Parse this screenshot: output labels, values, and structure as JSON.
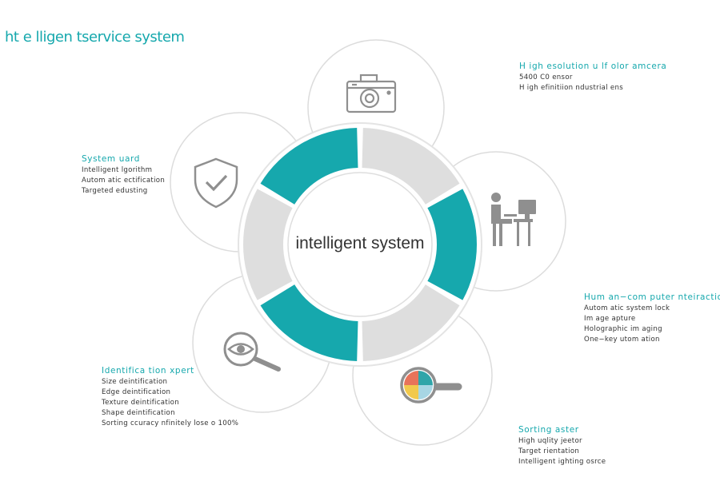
{
  "title": "ht e lligen tservice system",
  "center": {
    "label": "intelligent system",
    "watermark": ""
  },
  "colors": {
    "accent": "#16a8ad",
    "segment_gray": "#dedede",
    "circle_stroke": "#dcdcdc",
    "icon_gray": "#8f8f8f"
  },
  "features": [
    {
      "id": "camera",
      "icon": "camera-icon",
      "title": "H igh   esolution  u lf  olor  amcera",
      "lines": [
        "5400  C0  ensor",
        "H igh   efinitiion  ndustrial ens"
      ]
    },
    {
      "id": "hci",
      "icon": "computer-operator-icon",
      "title": "Hum an−com puter  nteiraction",
      "lines": [
        "Autom atic  system  lock",
        "Im age  apture",
        "Holographic  im aging",
        "One−key  utom ation"
      ]
    },
    {
      "id": "sorting",
      "icon": "color-magnifier-icon",
      "title": "Sorting    aster",
      "lines": [
        "High  uqlity  jeetor",
        "Target  rientation",
        "Intelligent  ighting  osrce"
      ]
    },
    {
      "id": "identification",
      "icon": "eye-magnifier-icon",
      "title": "Identifica tion  xpert",
      "lines": [
        "Size  deintification",
        "Edge  deintification",
        "Texture  deintification",
        "Shape  deintification",
        "Sorting  ccuracy  nfinitely  lose  o  100%"
      ]
    },
    {
      "id": "guard",
      "icon": "shield-check-icon",
      "title": "System    uard",
      "lines": [
        "Intelligent   lgorithm",
        "Autom atic  ectification",
        "Targeted   edusting"
      ]
    }
  ]
}
